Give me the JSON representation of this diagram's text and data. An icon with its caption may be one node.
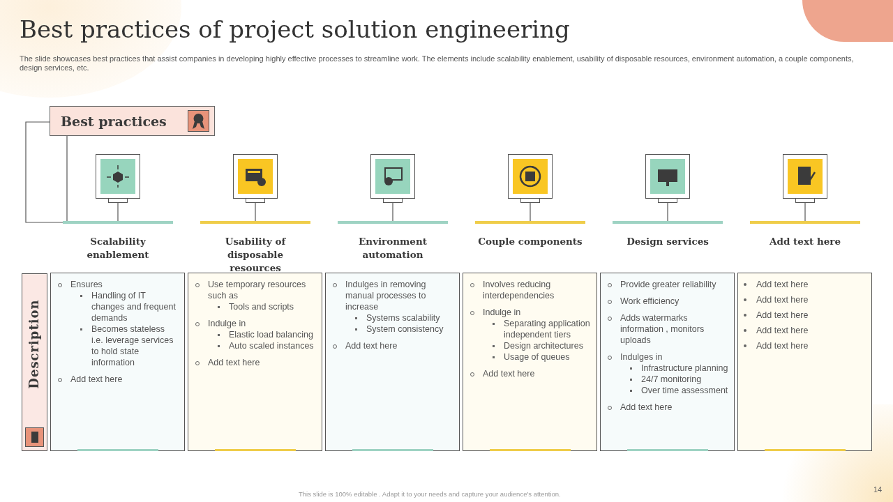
{
  "diagram": {
    "title": "Best practices of project solution engineering",
    "nodes": [
      {
        "text": [
          "Best practices"
        ]
      },
      {
        "text": [],
        "shape": "picture"
      },
      {
        "text": [],
        "shape": "picture"
      },
      {
        "text": [],
        "shape": "picture"
      },
      {
        "text": [],
        "shape": "picture"
      },
      {
        "text": [],
        "shape": "picture"
      },
      {
        "text": [],
        "shape": "picture"
      },
      {
        "text": [
          "Scalability enablement"
        ]
      },
      {
        "text": [
          "Usability of disposable resources"
        ]
      },
      {
        "text": [
          "Environment automation"
        ]
      },
      {
        "text": [
          "Couple components"
        ]
      },
      {
        "text": [
          "Design services"
        ]
      },
      {
        "text": [
          "Add text here"
        ]
      },
      {
        "text": [
          "Description"
        ]
      },
      {
        "text": [
          "Ensures",
          "Handling of IT changes and frequent demands",
          "Becomes stateless i.e. leverage services to hold state information",
          "Add text here"
        ]
      },
      {
        "text": [
          "Use temporary resources such as",
          "Tools and scripts",
          "Indulge in",
          "Elastic load balancing",
          "Auto scaled instances",
          "Add text here"
        ]
      },
      {
        "text": [
          "Indulges in removing manual processes to increase",
          "Systems scalability",
          "System consistency",
          "Add text here"
        ]
      },
      {
        "text": [
          "Involves reducing interdependencies",
          "Indulge in",
          "Separating application independent tiers",
          "Design architectures",
          "Usage of queues",
          "Add text here"
        ]
      },
      {
        "text": [
          "Provide greater reliability",
          "Work efficiency",
          "Adds watermarks information , monitors uploads",
          "Indulges in",
          "Infrastructure planning",
          "24/7 monitoring",
          "Over time assessment",
          "Add text here"
        ]
      },
      {
        "text": [
          "Add text here",
          "Add text here",
          "Add text here",
          "Add text here",
          "Add text here"
        ]
      }
    ],
    "edges": [
      {
        "from": 0,
        "to": 7,
        "arrow": "none"
      },
      {
        "from": 0,
        "to": 7,
        "arrow": "none"
      },
      {
        "from": 1,
        "to": 7,
        "arrow": "none"
      },
      {
        "from": 2,
        "to": 8,
        "arrow": "none"
      },
      {
        "from": 3,
        "to": 9,
        "arrow": "none"
      },
      {
        "from": 4,
        "to": 10,
        "arrow": "none"
      },
      {
        "from": 5,
        "to": 11,
        "arrow": "none"
      },
      {
        "from": 6,
        "to": 12,
        "arrow": "none"
      }
    ],
    "labels": [
      "The slide showcases best practices that assist companies in developing highly effective processes to streamline work. The elements include scalability enablement, usability of disposable resources, environment automation, a couple components, design services, etc.",
      "This slide is 100% editable . Adapt it to your needs and capture your audience's attention.",
      "14"
    ]
  }
}
